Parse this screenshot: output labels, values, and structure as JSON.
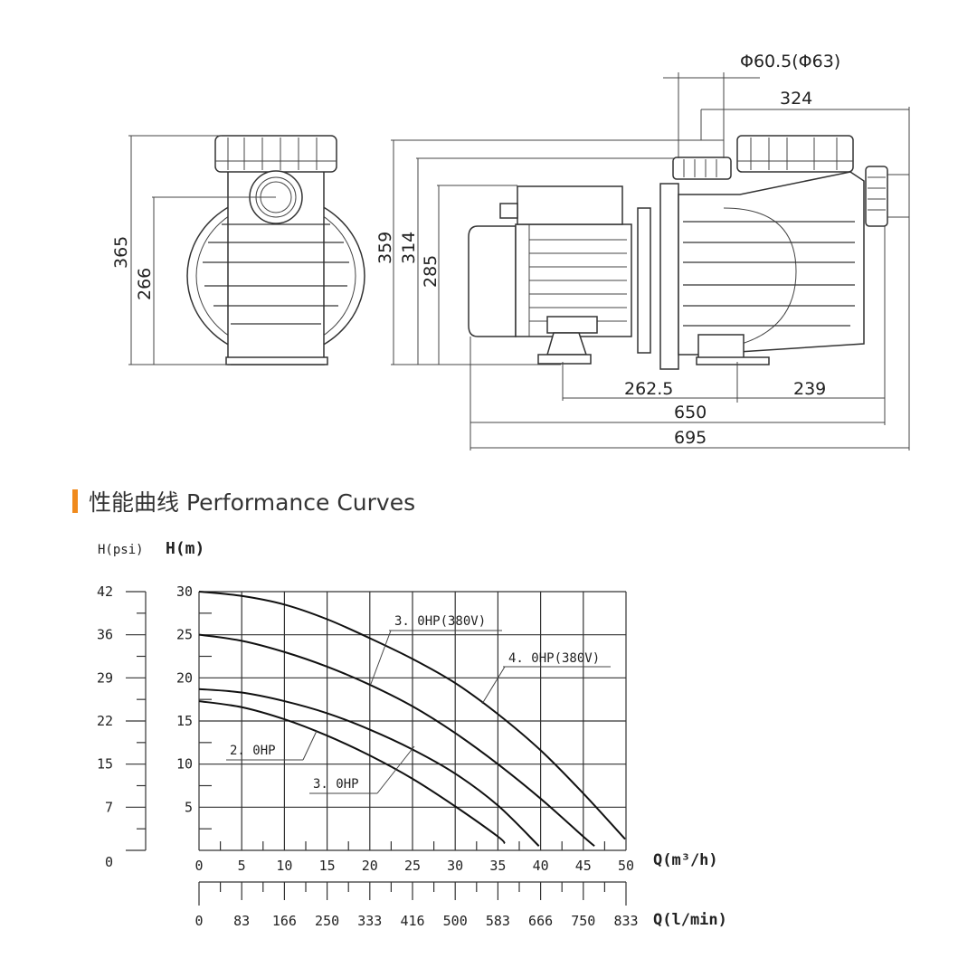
{
  "drawing": {
    "front_view": {
      "dims": [
        "365",
        "266"
      ]
    },
    "side_view": {
      "dims_vertical": [
        "359",
        "314",
        "285"
      ],
      "dims_horizontal": [
        "262.5",
        "239",
        "650",
        "695",
        "324"
      ],
      "port_diameter": "Φ60.5(Φ63)"
    }
  },
  "section": {
    "title": "性能曲线 Performance Curves",
    "accent_color": "#f08a1c"
  },
  "chart_data": {
    "type": "line",
    "title": "性能曲线 Performance Curves",
    "xlabel": "Q(m³/h)",
    "xlabel_secondary": "Q(l/min)",
    "ylabel": "H(m)",
    "ylabel_secondary": "H(psi)",
    "xlim": [
      0,
      50
    ],
    "ylim": [
      0,
      30
    ],
    "grid": true,
    "x_ticks": [
      "0",
      "5",
      "10",
      "15",
      "20",
      "25",
      "30",
      "35",
      "40",
      "45",
      "50"
    ],
    "y_ticks": [
      "5",
      "10",
      "15",
      "20",
      "25",
      "30"
    ],
    "x_ticks_secondary": [
      "0",
      "83",
      "166",
      "250",
      "333",
      "416",
      "500",
      "583",
      "666",
      "750",
      "833"
    ],
    "y_ticks_secondary": [
      "0",
      "7",
      "15",
      "22",
      "29",
      "36",
      "42"
    ],
    "series": [
      {
        "name": "2.0HP",
        "x": [
          0,
          5,
          10,
          15,
          20,
          25,
          30,
          35,
          35.8
        ],
        "y": [
          17.3,
          16.6,
          15.2,
          13.3,
          11.0,
          8.3,
          5.1,
          1.6,
          0.8
        ]
      },
      {
        "name": "3.0HP",
        "x": [
          0,
          5,
          10,
          15,
          20,
          25,
          30,
          35,
          39.8
        ],
        "y": [
          18.7,
          18.3,
          17.3,
          15.9,
          14.0,
          11.7,
          8.9,
          5.2,
          0.5
        ]
      },
      {
        "name": "3.0HP(380V)",
        "x": [
          0,
          5,
          10,
          15,
          20,
          25,
          30,
          35,
          40,
          45,
          46.3
        ],
        "y": [
          25,
          24.3,
          23.0,
          21.3,
          19.2,
          16.7,
          13.6,
          10.0,
          6.0,
          1.6,
          0.5
        ]
      },
      {
        "name": "4.0HP(380V)",
        "x": [
          0,
          5,
          10,
          15,
          20,
          25,
          30,
          35,
          40,
          45,
          49.9
        ],
        "y": [
          30,
          29.5,
          28.5,
          26.8,
          24.6,
          22.2,
          19.4,
          15.8,
          11.6,
          6.6,
          1.3
        ]
      }
    ],
    "labels": [
      "3. 0HP(380V)",
      "4. 0HP(380V)",
      "2. 0HP",
      "3. 0HP"
    ]
  }
}
